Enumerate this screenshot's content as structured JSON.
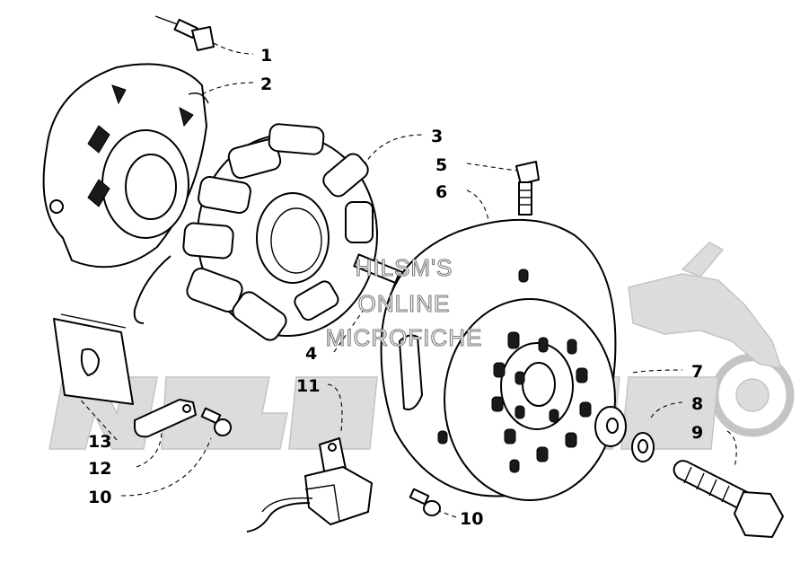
{
  "watermark": {
    "lines": [
      "HILSM'S",
      "ONLINE",
      "MICROFICHE"
    ],
    "logo_color": "#dcdcdc"
  },
  "callouts": [
    {
      "id": "c1",
      "label": "1"
    },
    {
      "id": "c2",
      "label": "2"
    },
    {
      "id": "c3",
      "label": "3"
    },
    {
      "id": "c4",
      "label": "4"
    },
    {
      "id": "c5",
      "label": "5"
    },
    {
      "id": "c6",
      "label": "6"
    },
    {
      "id": "c7",
      "label": "7"
    },
    {
      "id": "c8",
      "label": "8"
    },
    {
      "id": "c9",
      "label": "9"
    },
    {
      "id": "c10a",
      "label": "10"
    },
    {
      "id": "c10b",
      "label": "10"
    },
    {
      "id": "c11",
      "label": "11"
    },
    {
      "id": "c12",
      "label": "12"
    },
    {
      "id": "c13",
      "label": "13"
    }
  ]
}
